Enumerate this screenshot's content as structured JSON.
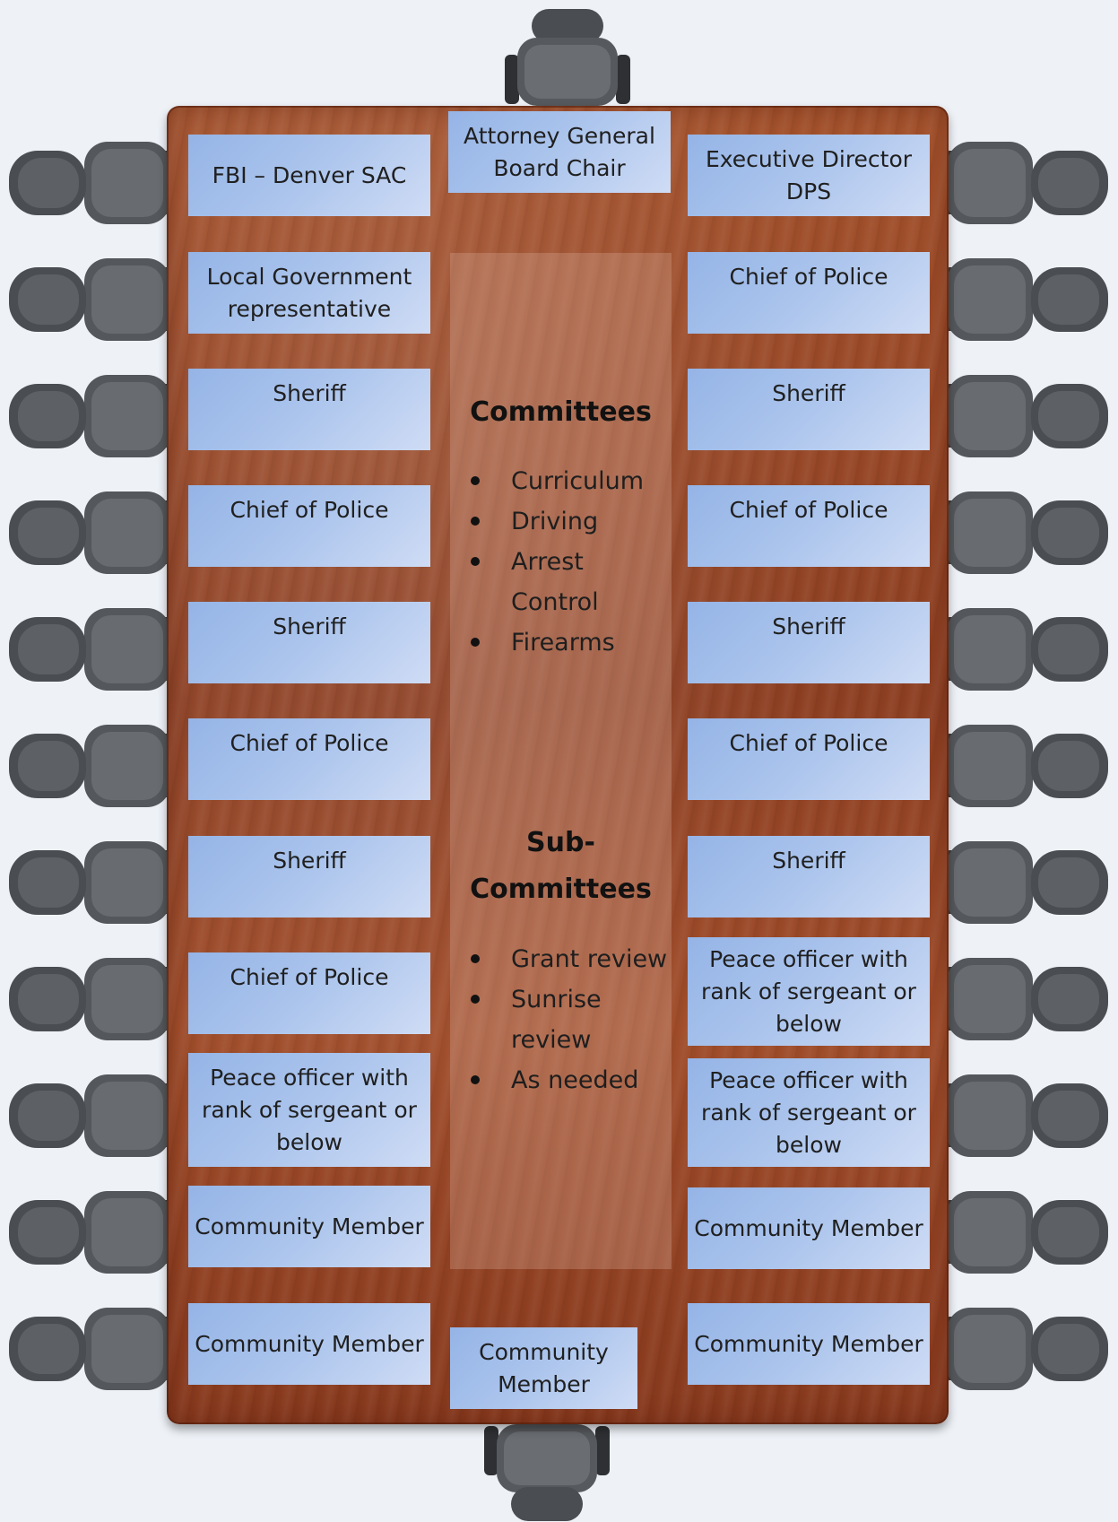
{
  "head_seat": "Attorney General Board Chair",
  "foot_seat": "Community Member",
  "left_seats": [
    "FBI – Denver SAC",
    "Local Government representative",
    "Sheriff",
    "Chief of Police",
    "Sheriff",
    "Chief of Police",
    "Sheriff",
    "Chief of Police",
    "Peace officer with rank of sergeant or below",
    "Community Member",
    "Community Member"
  ],
  "right_seats": [
    "Executive Director DPS",
    "Chief of Police",
    "Sheriff",
    "Chief of Police",
    "Sheriff",
    "Chief of Police",
    "Sheriff",
    "Peace officer with rank of sergeant or below",
    "Peace officer with rank of sergeant or below",
    "Community Member",
    "Community Member"
  ],
  "committees": {
    "title": "Committees",
    "items": [
      "Curriculum",
      "Driving",
      "Arrest Control",
      "Firearms"
    ]
  },
  "subcommittees": {
    "title": "Sub-Committees",
    "items": [
      "Grant review",
      "Sunrise review",
      "As needed"
    ]
  }
}
